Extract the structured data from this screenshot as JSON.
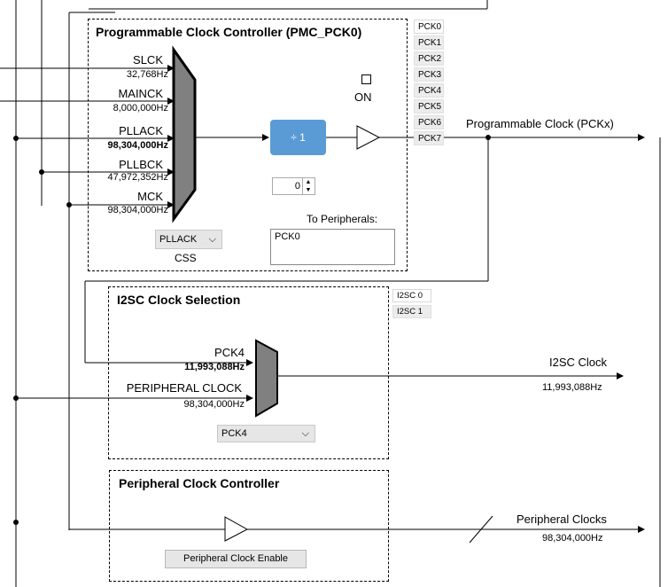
{
  "pmc": {
    "title": "Programmable Clock Controller (PMC_PCK0)",
    "tabs": [
      "PCK0",
      "PCK1",
      "PCK2",
      "PCK3",
      "PCK4",
      "PCK5",
      "PCK6",
      "PCK7"
    ],
    "selected_tab": "PCK0",
    "inputs": [
      {
        "name": "SLCK",
        "value": "32,768Hz",
        "bold": false
      },
      {
        "name": "MAINCK",
        "value": "8,000,000Hz",
        "bold": false
      },
      {
        "name": "PLLACK",
        "value": "98,304,000Hz",
        "bold": true
      },
      {
        "name": "PLLBCK",
        "value": "47,972,352Hz",
        "bold": false
      },
      {
        "name": "MCK",
        "value": "98,304,000Hz",
        "bold": false
      }
    ],
    "css_select": "PLLACK",
    "css_label": "CSS",
    "divider_label": "÷ 1",
    "prescaler_value": "0",
    "on_label": "ON",
    "to_peripherals_label": "To Peripherals:",
    "to_peripherals_value": "PCK0",
    "output_label": "Programmable Clock (PCKx)"
  },
  "i2sc": {
    "title": "I2SC Clock Selection",
    "tabs": [
      "I2SC 0",
      "I2SC 1"
    ],
    "selected_tab": "I2SC 0",
    "inputs": [
      {
        "name": "PCK4",
        "value": "11,993,088Hz",
        "bold": true
      },
      {
        "name": "PERIPHERAL CLOCK",
        "value": "98,304,000Hz",
        "bold": false
      }
    ],
    "select": "PCK4",
    "output_label": "I2SC Clock",
    "output_value": "11,993,088Hz"
  },
  "periph": {
    "title": "Peripheral Clock Controller",
    "button": "Peripheral Clock Enable",
    "output_label": "Peripheral Clocks",
    "output_value": "98,304,000Hz"
  },
  "colors": {
    "divider": "#5b9bd5",
    "mux": "#808080",
    "tab_bg": "#ececec",
    "combo_bg": "#e6e6e6"
  }
}
